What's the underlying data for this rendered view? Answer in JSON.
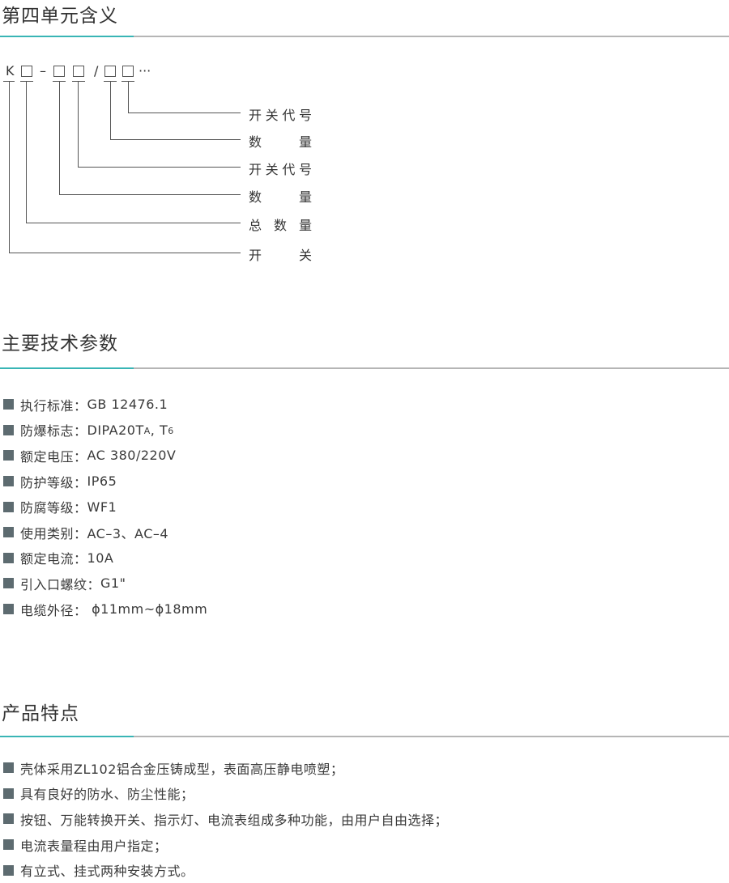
{
  "sections": {
    "model": {
      "title": "第四单元含义",
      "code": {
        "prefix": "K",
        "dash": "–",
        "slash": "/",
        "ellipsis": "···"
      },
      "labels": [
        "开关代号",
        "数 量",
        "开关代号",
        "数 量",
        "总 数 量",
        "开 关"
      ]
    },
    "specs": {
      "title": "主要技术参数",
      "items": [
        {
          "label": "执行标准：",
          "value": "GB 12476.1"
        },
        {
          "label": "防爆标志：",
          "value": "DIPA20T",
          "sub1": "A",
          "value2": ", T",
          "sub2": "6"
        },
        {
          "label": "额定电压：",
          "value": "AC 380/220V"
        },
        {
          "label": "防护等级：",
          "value": "IP65"
        },
        {
          "label": "防腐等级：",
          "value": "WF1"
        },
        {
          "label": "使用类别：",
          "value": "AC–3、AC–4"
        },
        {
          "label": "额定电流：",
          "value": "10A"
        },
        {
          "label": "引入口螺纹：",
          "value": "G1\""
        },
        {
          "label": "电缆外径：",
          "value": " ϕ11mm~ϕ18mm"
        }
      ]
    },
    "features": {
      "title": "产品特点",
      "items": [
        "壳体采用ZL102铝合金压铸成型，表面高压静电喷塑；",
        "具有良好的防水、防尘性能；",
        "按钮、万能转换开关、指示灯、电流表组成多种功能，由用户自由选择；",
        "电流表量程由用户指定；",
        "有立式、挂式两种安装方式。"
      ]
    }
  },
  "colors": {
    "accent": "#39b5b5",
    "rule": "#b5b5b5",
    "bullet": "#5d6b70",
    "text": "#333333"
  }
}
